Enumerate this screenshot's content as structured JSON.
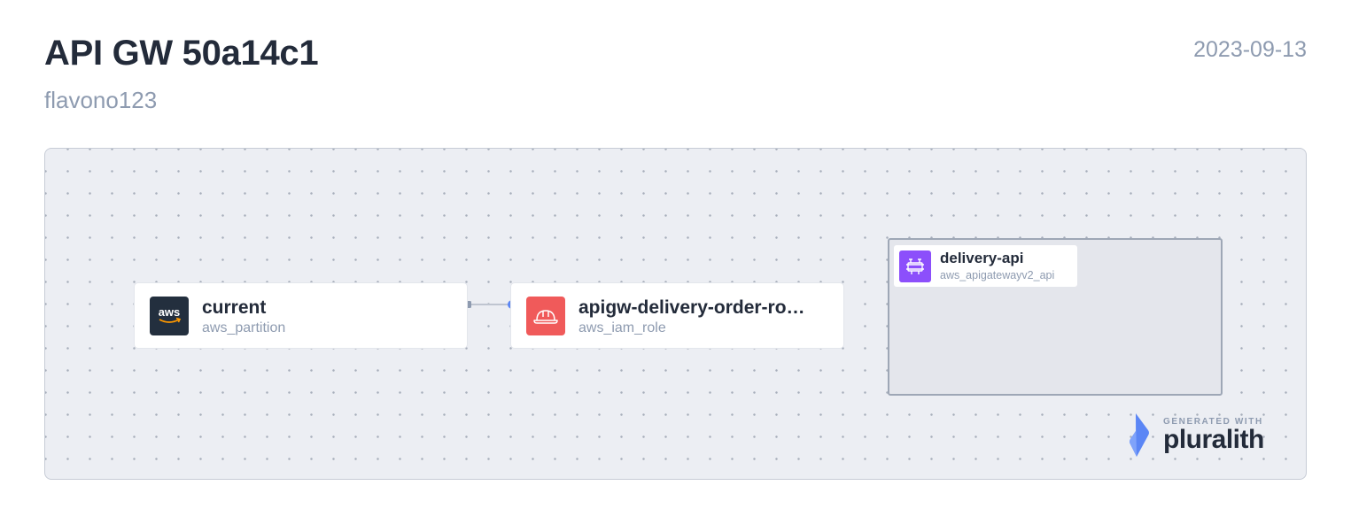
{
  "header": {
    "title": "API GW 50a14c1",
    "subtitle": "flavono123",
    "date": "2023-09-13"
  },
  "nodes": [
    {
      "id": "current",
      "name": "current",
      "type": "aws_partition",
      "icon": "aws-logo-icon"
    },
    {
      "id": "apigw-role",
      "name": "apigw-delivery-order-ro…",
      "type": "aws_iam_role",
      "icon": "hard-hat-icon"
    }
  ],
  "group": {
    "name": "delivery-api",
    "type": "aws_apigatewayv2_api",
    "icon": "api-gateway-icon"
  },
  "edges": [
    {
      "from": "current",
      "to": "apigw-role"
    }
  ],
  "branding": {
    "generated_with": "GENERATED WITH",
    "wordmark": "pluralith"
  },
  "colors": {
    "aws_icon_bg": "#232f3e",
    "iam_icon_bg": "#f05a5a",
    "apigw_icon_bg": "#8c4ffb",
    "edge_target": "#5b86f5",
    "brand_blue": "#5b86f5"
  }
}
